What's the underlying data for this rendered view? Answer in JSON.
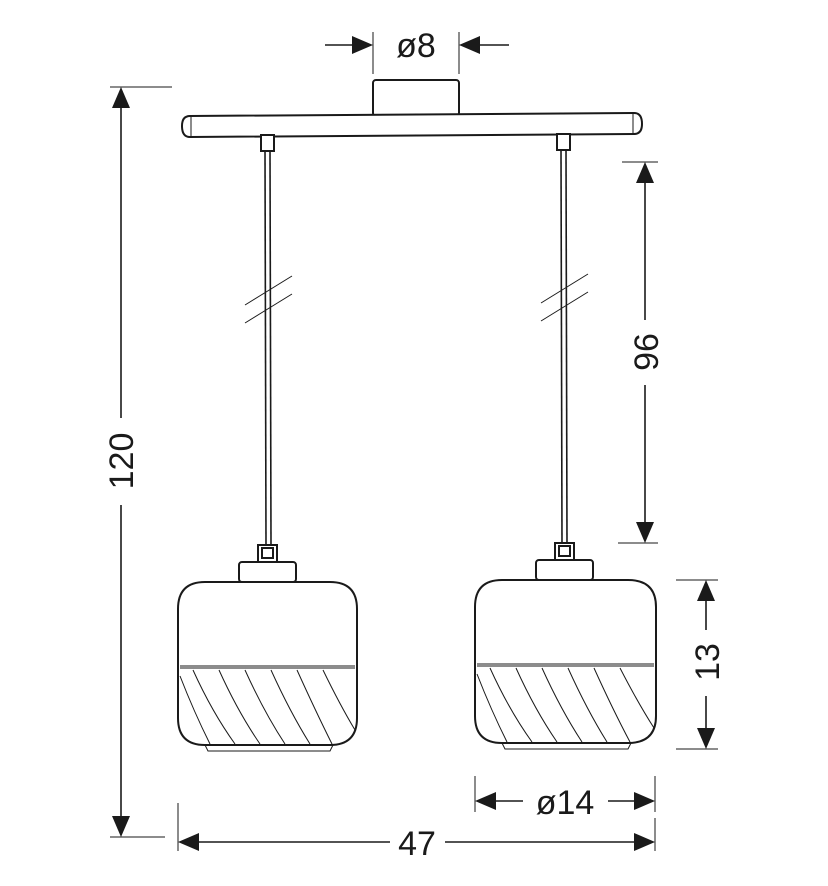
{
  "dimensions": {
    "canopy_diameter": "ø8",
    "total_height": "120",
    "cable_length": "96",
    "shade_height": "13",
    "shade_diameter": "ø14",
    "total_width": "47"
  },
  "colors": {
    "line": "#1a1a1a",
    "background": "#ffffff"
  }
}
